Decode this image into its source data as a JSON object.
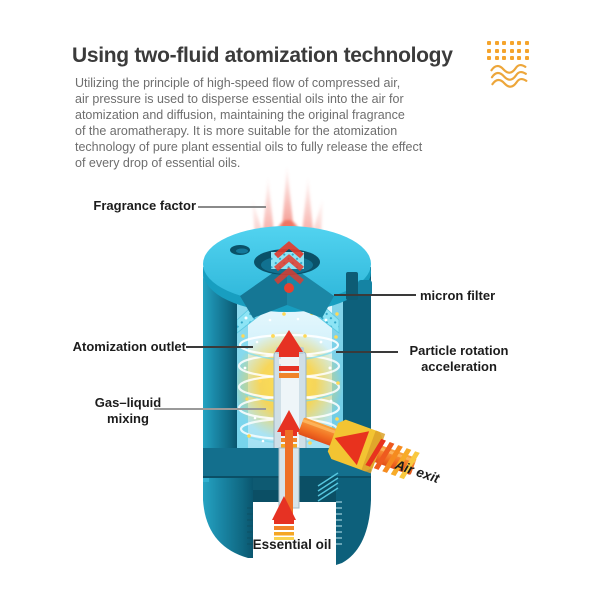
{
  "header": {
    "title": "Using two-fluid atomization technology",
    "description": "Utilizing the principle of high-speed flow of compressed air,\nair pressure is used to disperse essential oils into the air for\natomization and diffusion, maintaining the original fragrance\nof the aromatherapy. It is more suitable for the atomization\ntechnology of pure plant essential oils to fully release the effect\nof every drop of essential oils."
  },
  "decor": {
    "dots_icon": "dots-grid",
    "waves_icon": "triple-wave",
    "accent_color": "#F5A42C"
  },
  "diagram": {
    "labels": {
      "fragrance_factor": "Fragrance factor",
      "micron_filter": "micron filter",
      "atomization_outlet": "Atomization outlet",
      "particle_rotation": "Particle rotation\nacceleration",
      "gas_liquid_mixing": "Gas–liquid\nmixing",
      "air_exit": "Air exit",
      "essential_oil": "Essential oil"
    },
    "colors": {
      "body_teal": "#177E9C",
      "top_cyan": "#3FC9E9",
      "mist_pink": "#F08A80",
      "arrow_red": "#E63223",
      "tube_orange": "#F26F22",
      "fitting_yellow": "#F3C432",
      "glow_yellow": "#FFD23E"
    }
  }
}
